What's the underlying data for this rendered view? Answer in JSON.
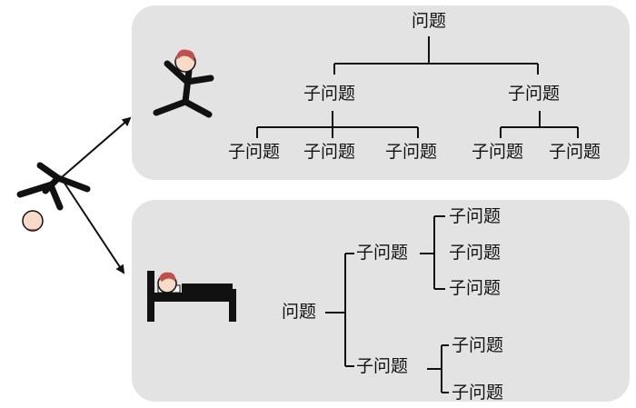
{
  "top_tree": {
    "root": "问题",
    "children": [
      {
        "label": "子问题",
        "children": [
          "子问题",
          "子问题",
          "子问题"
        ]
      },
      {
        "label": "子问题",
        "children": [
          "子问题",
          "子问题"
        ]
      }
    ]
  },
  "bottom_tree": {
    "root": "问题",
    "children": [
      {
        "label": "子问题",
        "children": [
          "子问题",
          "子问题",
          "子问题"
        ]
      },
      {
        "label": "子问题",
        "children": [
          "子问题",
          "子问题"
        ]
      }
    ]
  },
  "icons": {
    "falling_person": "falling-person-icon",
    "running_person": "running-person-icon",
    "sleeping_person": "bed-sleeping-person-icon"
  },
  "colors": {
    "panel": "#e3e3e3",
    "line": "#111111",
    "hair": "#c0504d"
  }
}
